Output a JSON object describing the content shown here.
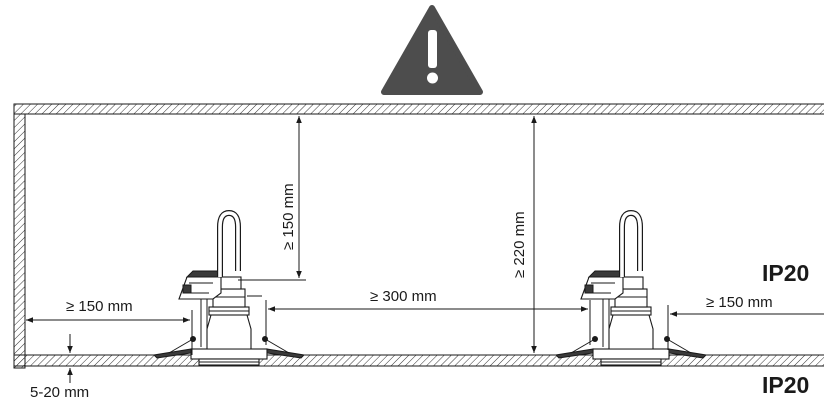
{
  "warning": {
    "symbol": "!",
    "color": "#4d4d4d"
  },
  "dimensions": {
    "left_wall_clearance": "≥ 150 mm",
    "right_wall_clearance": "≥ 150 mm",
    "spacing_between": "≥ 300 mm",
    "above_luminaire": "≥ 150 mm",
    "cavity_height": "≥ 220 mm",
    "ceiling_thickness": "5-20 mm"
  },
  "ratings": {
    "upper": "IP20",
    "lower": "IP20"
  },
  "icons": [
    "warning-triangle-icon",
    "downlight-icon"
  ]
}
